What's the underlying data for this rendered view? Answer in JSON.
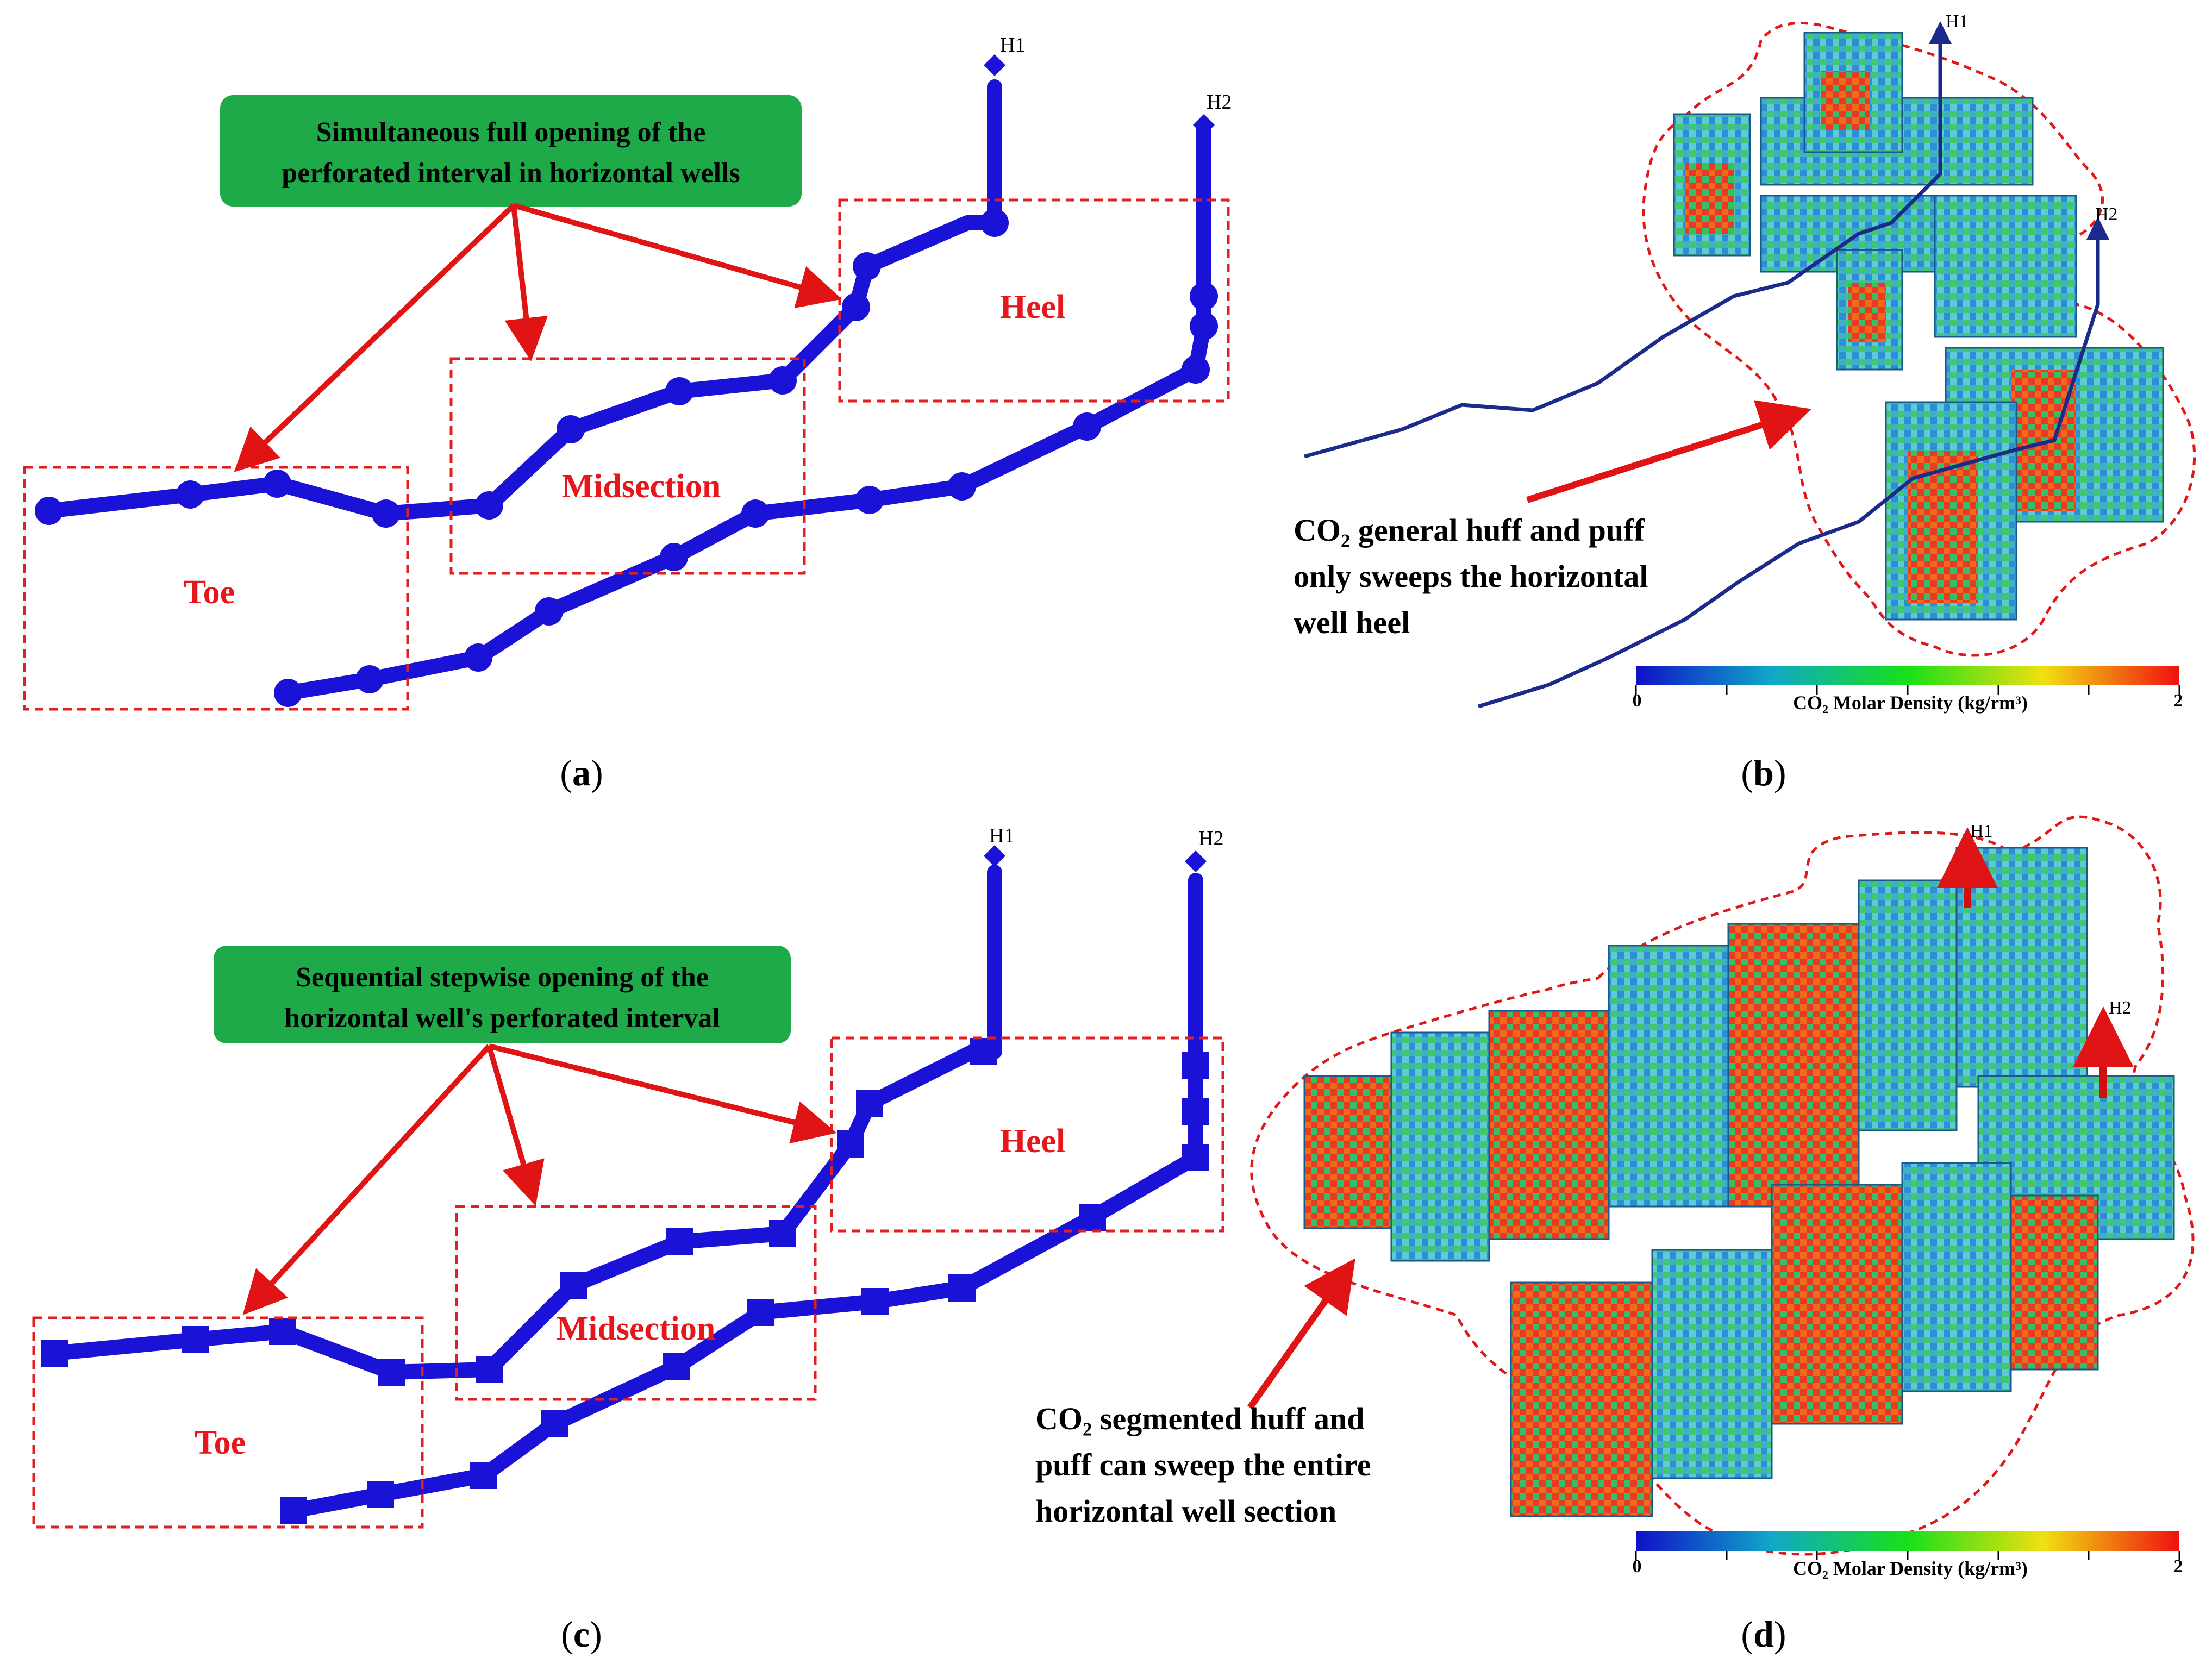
{
  "colors": {
    "well_blue": "#1a12d6",
    "well_dark": "#1c2a8c",
    "box_red": "#e02020",
    "label_red": "#e8151b",
    "callout_green": "#1faa4a",
    "arrow_red": "#e01414",
    "contour_red": "#e01818"
  },
  "panels": {
    "a": {
      "letter": "a",
      "well_labels": [
        "H1",
        "H2"
      ],
      "callout": [
        "Simultaneous full opening of the",
        "perforated interval in horizontal wells"
      ],
      "sections": {
        "toe": "Toe",
        "mid": "Midsection",
        "heel": "Heel"
      }
    },
    "b": {
      "letter": "b",
      "well_labels": [
        "H1",
        "H2"
      ],
      "annotation": [
        "CO₂ general huff and puff",
        "only sweeps the  horizontal",
        "well heel"
      ],
      "colorbar": {
        "min": "0",
        "max": "2",
        "label": "CO₂ Molar Density (kg/rm³)"
      }
    },
    "c": {
      "letter": "c",
      "well_labels": [
        "H1",
        "H2"
      ],
      "callout": [
        "Sequential stepwise opening of the",
        "horizontal well's perforated interval"
      ],
      "sections": {
        "toe": "Toe",
        "mid": "Midsection",
        "heel": "Heel"
      }
    },
    "d": {
      "letter": "d",
      "well_labels": [
        "H1",
        "H2"
      ],
      "annotation": [
        "CO₂ segmented huff and",
        "puff can sweep the entire",
        "horizontal well section"
      ],
      "colorbar": {
        "min": "0",
        "max": "2",
        "label": "CO₂ Molar Density (kg/rm³)"
      }
    }
  }
}
